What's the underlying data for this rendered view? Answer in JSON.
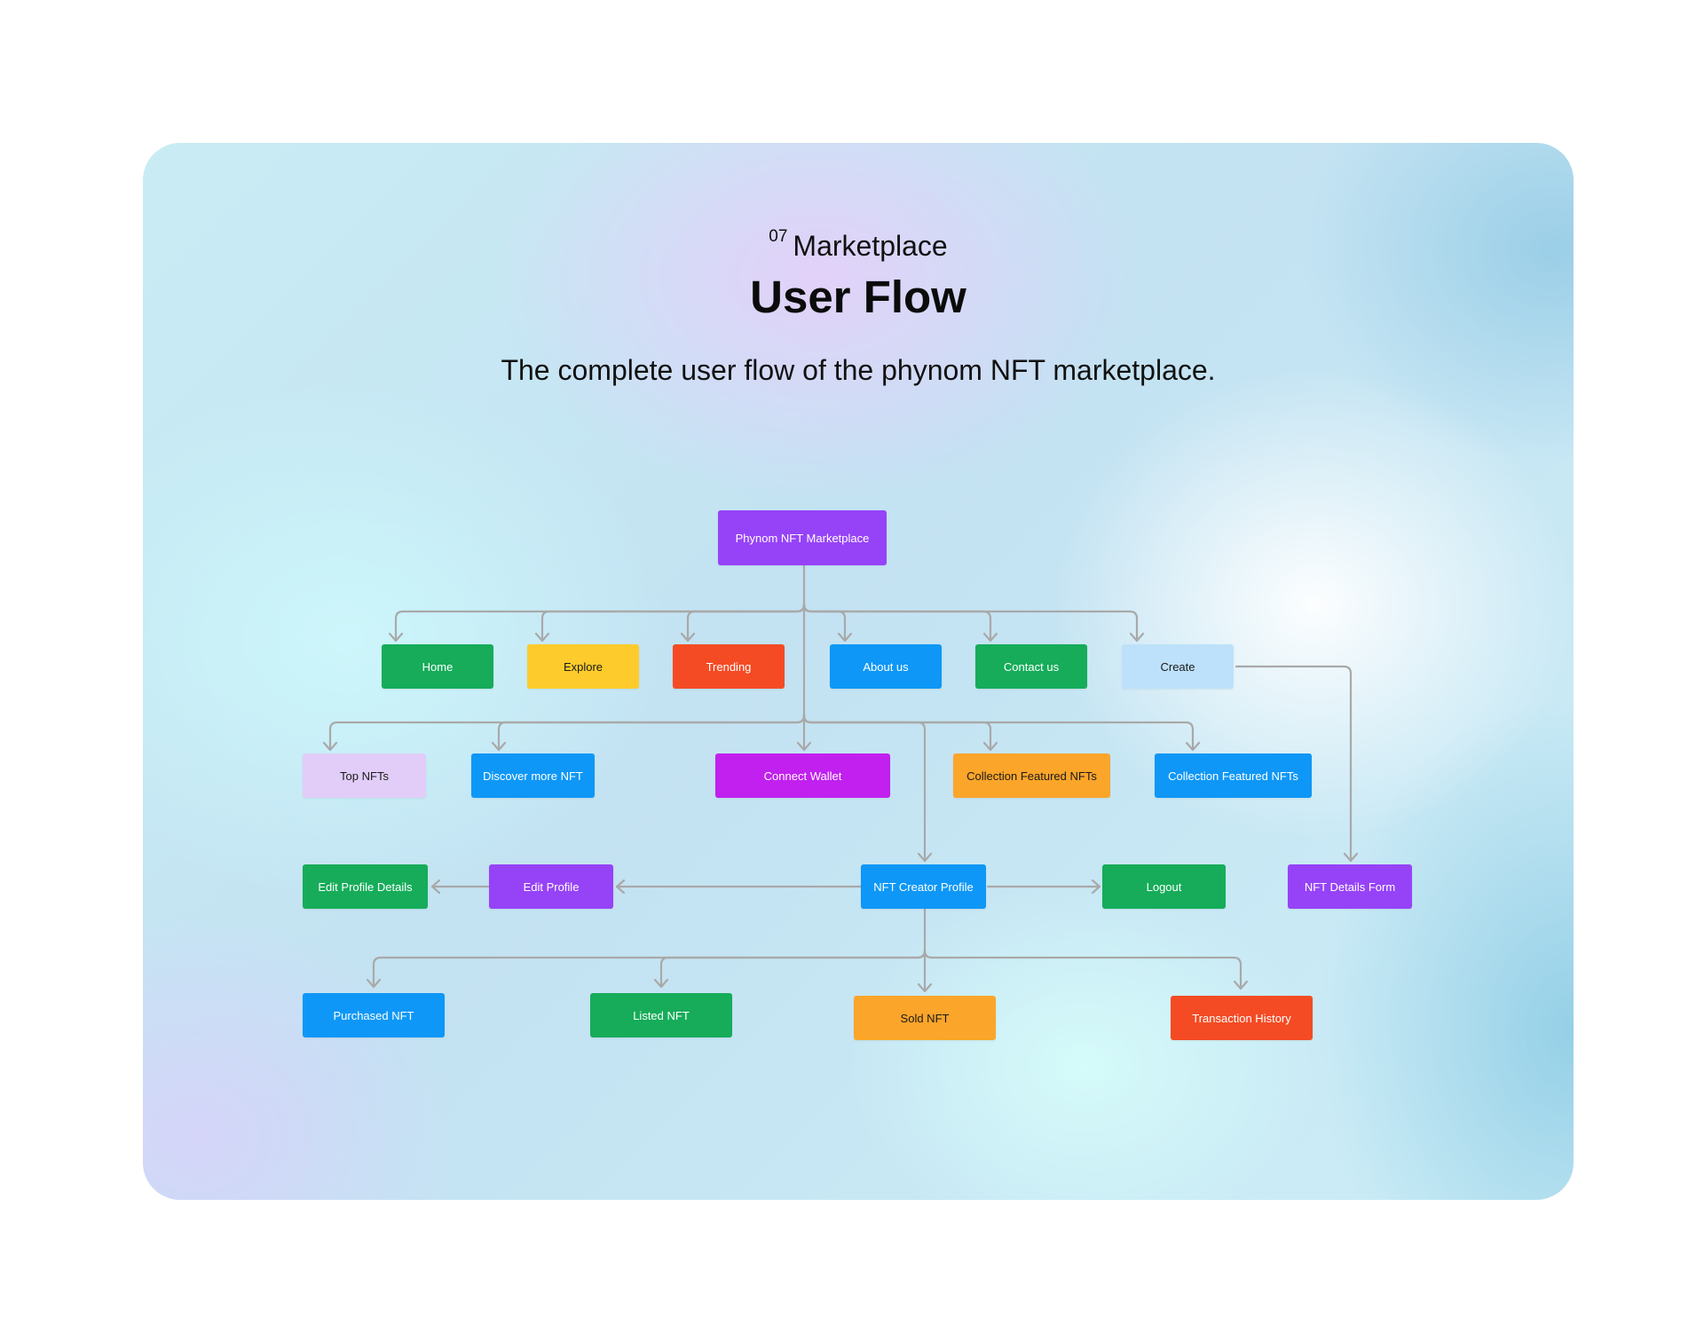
{
  "header": {
    "number": "07",
    "section": "Marketplace",
    "title": "User Flow",
    "description": "The complete user flow of the phynom NFT marketplace."
  },
  "colors": {
    "purple": "#9643f7",
    "green": "#16ac59",
    "yellow": "#fdcb2b",
    "red": "#f44b24",
    "blue": "#0e97f6",
    "light_blue": "#bde1fa",
    "lavender": "#e1cdf8",
    "magenta": "#c120ee",
    "orange": "#fba52a",
    "connector": "#a9a9a9"
  },
  "nodes": {
    "root": "Phynom NFT Marketplace",
    "home": "Home",
    "explore": "Explore",
    "trending": "Trending",
    "about": "About us",
    "contact": "Contact us",
    "create": "Create",
    "top_nfts": "Top NFTs",
    "discover": "Discover more NFT",
    "connect_wallet": "Connect Wallet",
    "collection_featured_1": "Collection Featured NFTs",
    "collection_featured_2": "Collection Featured NFTs",
    "edit_profile_details": "Edit Profile Details",
    "edit_profile": "Edit Profile",
    "creator_profile": "NFT Creator Profile",
    "logout": "Logout",
    "nft_details_form": "NFT Details Form",
    "purchased": "Purchased NFT",
    "listed": "Listed NFT",
    "sold": "Sold NFT",
    "transactions": "Transaction History"
  }
}
